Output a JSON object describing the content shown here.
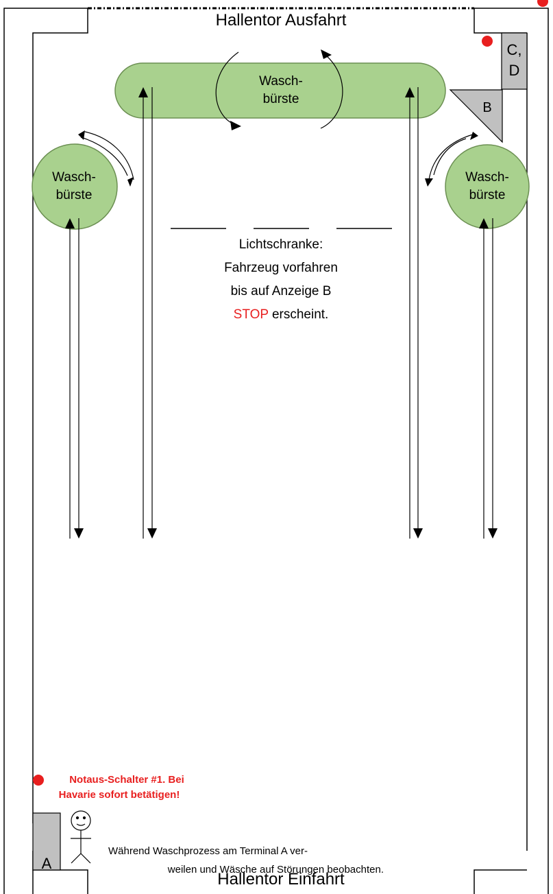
{
  "title_top": "Hallentor Ausfahrt",
  "title_bottom": "Hallentor Einfahrt",
  "brushes": {
    "top": [
      "Wasch-",
      "bürste"
    ],
    "left": [
      "Wasch-",
      "bürste"
    ],
    "right": [
      "Wasch-",
      "bürste"
    ]
  },
  "box_cd": [
    "C,",
    "D"
  ],
  "box_b": "B",
  "box_a": "A",
  "instructions": {
    "line1": "Lichtschranke:",
    "line2": "Fahrzeug vorfahren",
    "line3": "bis auf Anzeige B",
    "stop_word": "STOP",
    "line4_rest": " erscheint."
  },
  "emergency": {
    "line1": "Notaus-Schalter #1. Bei",
    "line2": "Havarie sofort betätigen!"
  },
  "terminal_note": {
    "line1": "Während Waschprozess am Terminal A ver-",
    "line2": "weilen und Wäsche auf Störungen beobachten."
  },
  "colors": {
    "brush_fill": "#a9d18e",
    "brush_stroke": "#6b8f52",
    "box_fill": "#c0c0c0",
    "alert_red": "#e81f1f"
  }
}
